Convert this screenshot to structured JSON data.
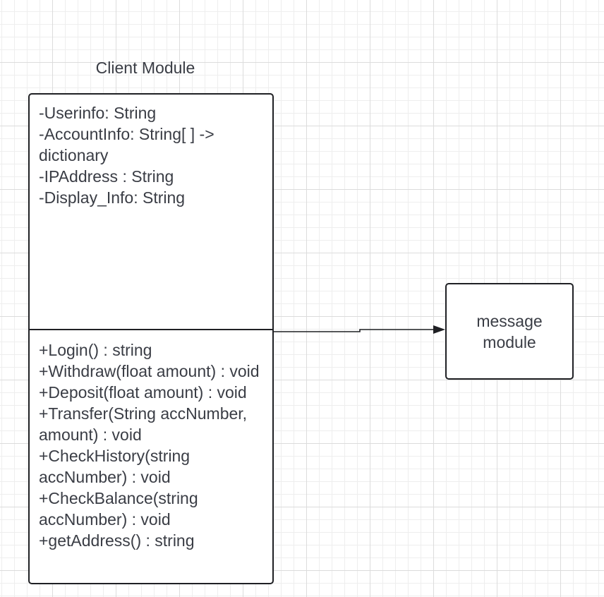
{
  "diagram": {
    "client_module": {
      "title": "Client Module",
      "attributes": [
        "-Userinfo: String",
        "-AccountInfo: String[ ] -> dictionary",
        "-IPAddress : String",
        "-Display_Info: String"
      ],
      "methods": [
        "+Login() : string",
        "+Withdraw(float amount) : void",
        "+Deposit(float amount) : void",
        "+Transfer(String accNumber, amount) : void",
        "+CheckHistory(string accNumber) : void",
        "+CheckBalance(string accNumber) : void",
        "+getAddress() : string"
      ]
    },
    "message_module": {
      "label": "message module"
    },
    "colors": {
      "stroke": "#1f2024",
      "text": "#3a3d45",
      "background": "#ffffff",
      "grid_major": "#dcdcdc",
      "grid_minor": "#eeeeee"
    }
  }
}
